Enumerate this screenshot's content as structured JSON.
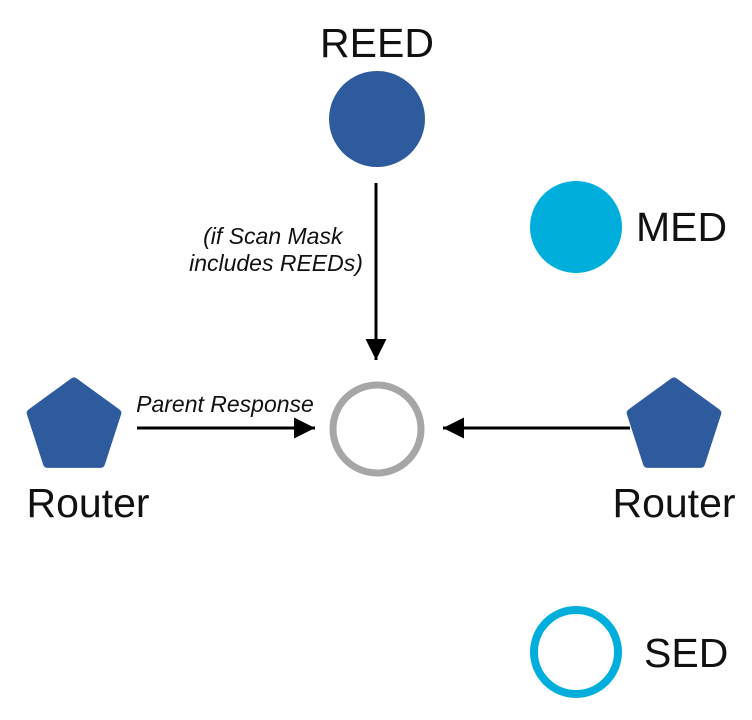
{
  "diagram_type": "network-device-topology-legend",
  "colors": {
    "node_blue": "#2E5B9E",
    "node_cyan": "#00AEDC",
    "center_gray": "#A6A6A6",
    "arrow_black": "#000000",
    "background": "#FFFFFF",
    "text": "#111111"
  },
  "nodes": {
    "reed": {
      "label": "REED",
      "shape": "filled-circle",
      "color": "#2E5B9E"
    },
    "med": {
      "label": "MED",
      "shape": "filled-circle",
      "color": "#00AEDC"
    },
    "center": {
      "label": "",
      "shape": "outline-circle",
      "color": "#A6A6A6"
    },
    "router_left": {
      "label": "Router",
      "shape": "pentagon",
      "color": "#2E5B9E"
    },
    "router_right": {
      "label": "Router",
      "shape": "pentagon",
      "color": "#2E5B9E"
    },
    "sed": {
      "label": "SED",
      "shape": "outline-circle",
      "color": "#00AEDC"
    }
  },
  "annotations": {
    "scan_mask_line1": "(if Scan Mask",
    "scan_mask_line2": "includes REEDs)",
    "parent_response": "Parent Response"
  },
  "edges": [
    {
      "from": "reed",
      "to": "center",
      "label": "(if Scan Mask includes REEDs)",
      "direction": "down"
    },
    {
      "from": "router_left",
      "to": "center",
      "label": "Parent Response",
      "direction": "right"
    },
    {
      "from": "router_right",
      "to": "center",
      "label": "",
      "direction": "left"
    }
  ]
}
